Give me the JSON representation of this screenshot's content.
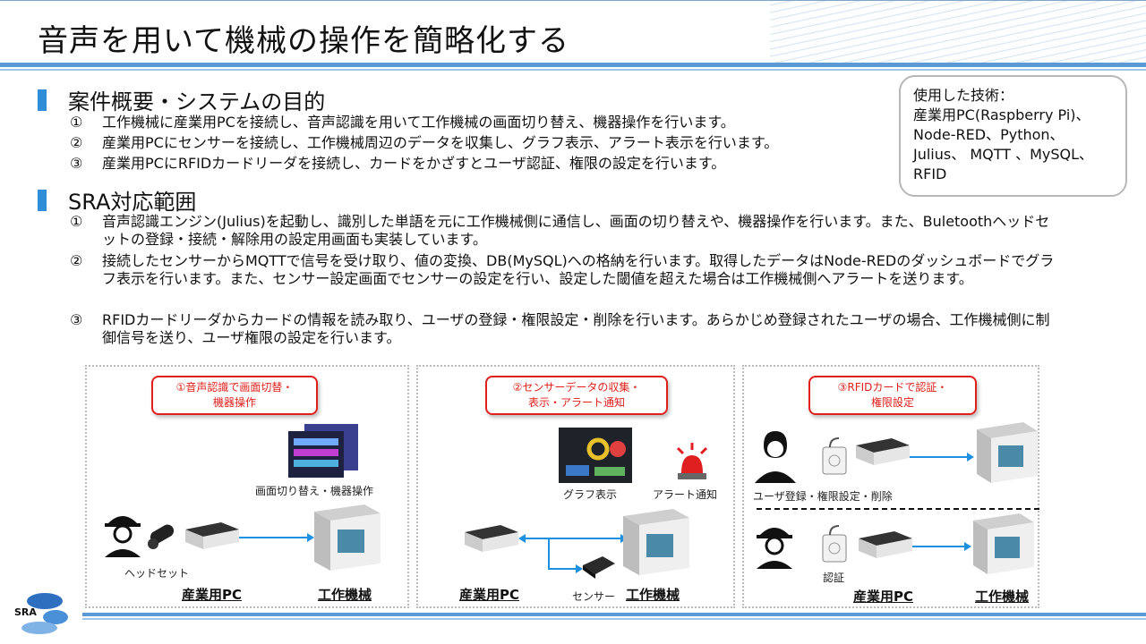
{
  "title": "音声を用いて機械の操作を簡略化する",
  "section1": {
    "heading": "案件概要・システムの目的",
    "items": [
      {
        "num": "①",
        "text": "工作機械に産業用PCを接続し、音声認識を用いて工作機械の画面切り替え、機器操作を行います。"
      },
      {
        "num": "②",
        "text": "産業用PCにセンサーを接続し、工作機械周辺のデータを収集し、グラフ表示、アラート表示を行います。"
      },
      {
        "num": "③",
        "text": "産業用PCにRFIDカードリーダを接続し、カードをかざすとユーザ認証、権限の設定を行います。"
      }
    ]
  },
  "section2": {
    "heading": "SRA対応範囲",
    "items": [
      {
        "num": "①",
        "text": "音声認識エンジン(Julius)を起動し、識別した単語を元に工作機械側に通信し、画面の切り替えや、機器操作を行います。また、Buletoothヘッドセットの登録・接続・解除用の設定用画面も実装しています。"
      },
      {
        "num": "②",
        "text": "接続したセンサーからMQTTで信号を受け取り、値の変換、DB(MySQL)への格納を行います。取得したデータはNode-REDのダッシュボードでグラフ表示を行います。また、センサー設定画面でセンサーの設定を行い、設定した閾値を超えた場合は工作機械側へアラートを送ります。"
      },
      {
        "num": "③",
        "text": "RFIDカードリーダからカードの情報を読み取り、ユーザの登録・権限設定・削除を行います。あらかじめ登録されたユーザの場合、工作機械側に制御信号を送り、ユーザ権限の設定を行います。"
      }
    ]
  },
  "tech": {
    "heading": "使用した技術：",
    "body": "産業用PC(Raspberry Pi)、Node-RED、Python、Julius、 MQTT 、MySQL、RFID"
  },
  "panel1": {
    "tag_line1": "①音声認識で画面切替・",
    "tag_line2": "機器操作",
    "screen_label": "画面切り替え・機器操作",
    "headset_label": "ヘッドセット",
    "pc_label": "産業用PC",
    "machine_label": "工作機械"
  },
  "panel2": {
    "tag_line1": "②センサーデータの収集・",
    "tag_line2": "表示・アラート通知",
    "graph_label": "グラフ表示",
    "alert_label": "アラート通知",
    "sensor_label": "センサー",
    "pc_label": "産業用PC",
    "machine_label": "工作機械"
  },
  "panel3": {
    "tag_line1": "③RFIDカードで認証・",
    "tag_line2": "権限設定",
    "user_label": "ユーザ登録・権限設定・削除",
    "auth_label": "認証",
    "pc_label": "産業用PC",
    "machine_label": "工作機械"
  },
  "logo_text": "SRA",
  "colors": {
    "accent": "#2e8fd8",
    "tag": "#e0201b",
    "rule": "#5b9bd5"
  }
}
